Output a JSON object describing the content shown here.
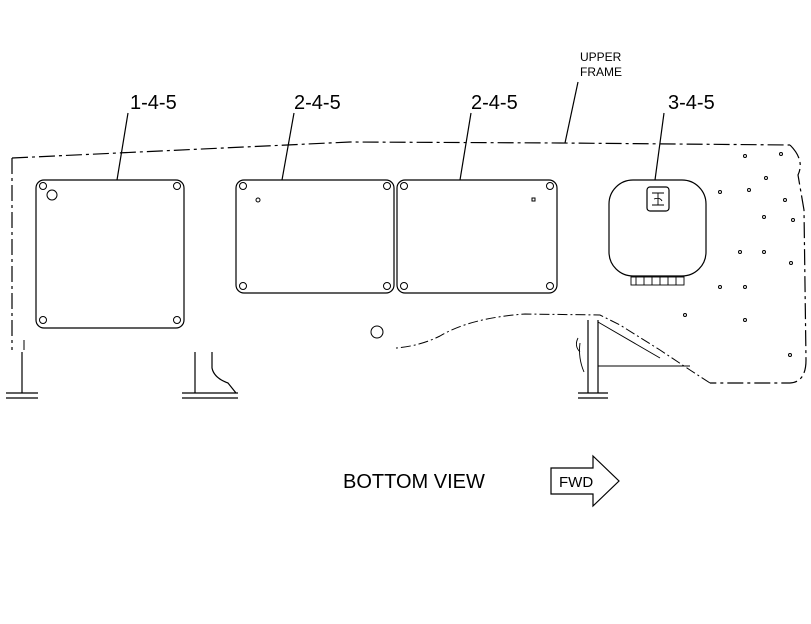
{
  "diagram": {
    "callouts": {
      "panel_1": "1-4-5",
      "panel_2a": "2-4-5",
      "panel_2b": "2-4-5",
      "panel_3": "3-4-5"
    },
    "upper_frame_label": [
      "UPPER",
      "FRAME"
    ],
    "caption": "BOTTOM VIEW",
    "direction_arrow_label": "FWD",
    "colors": {
      "line": "#000000",
      "background": "#ffffff"
    }
  }
}
